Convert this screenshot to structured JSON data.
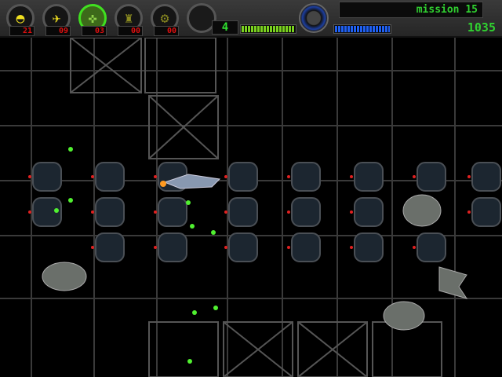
{
  "hud": {
    "weapons": [
      {
        "name": "pulse",
        "icon": "◓",
        "count": "21",
        "selected": false,
        "color": "#f0e020"
      },
      {
        "name": "missiles",
        "icon": "✈",
        "count": "09",
        "selected": false,
        "color": "#f0e020"
      },
      {
        "name": "laser",
        "icon": "✜",
        "count": "03",
        "selected": true,
        "color": "#8ed04a"
      },
      {
        "name": "drone",
        "icon": "♜",
        "count": "00",
        "selected": false,
        "color": "#8a8a20"
      },
      {
        "name": "turret",
        "icon": "⚙",
        "count": "00",
        "selected": false,
        "color": "#8a8a20"
      }
    ],
    "lives": "4",
    "shield_level": 1.0,
    "energy_level": 1.0,
    "mission": "mission 15",
    "score": "1035"
  },
  "colors": {
    "hud_text": "#30d030",
    "count": "#e01010",
    "shield": "#7ad020",
    "energy": "#2060f0"
  }
}
